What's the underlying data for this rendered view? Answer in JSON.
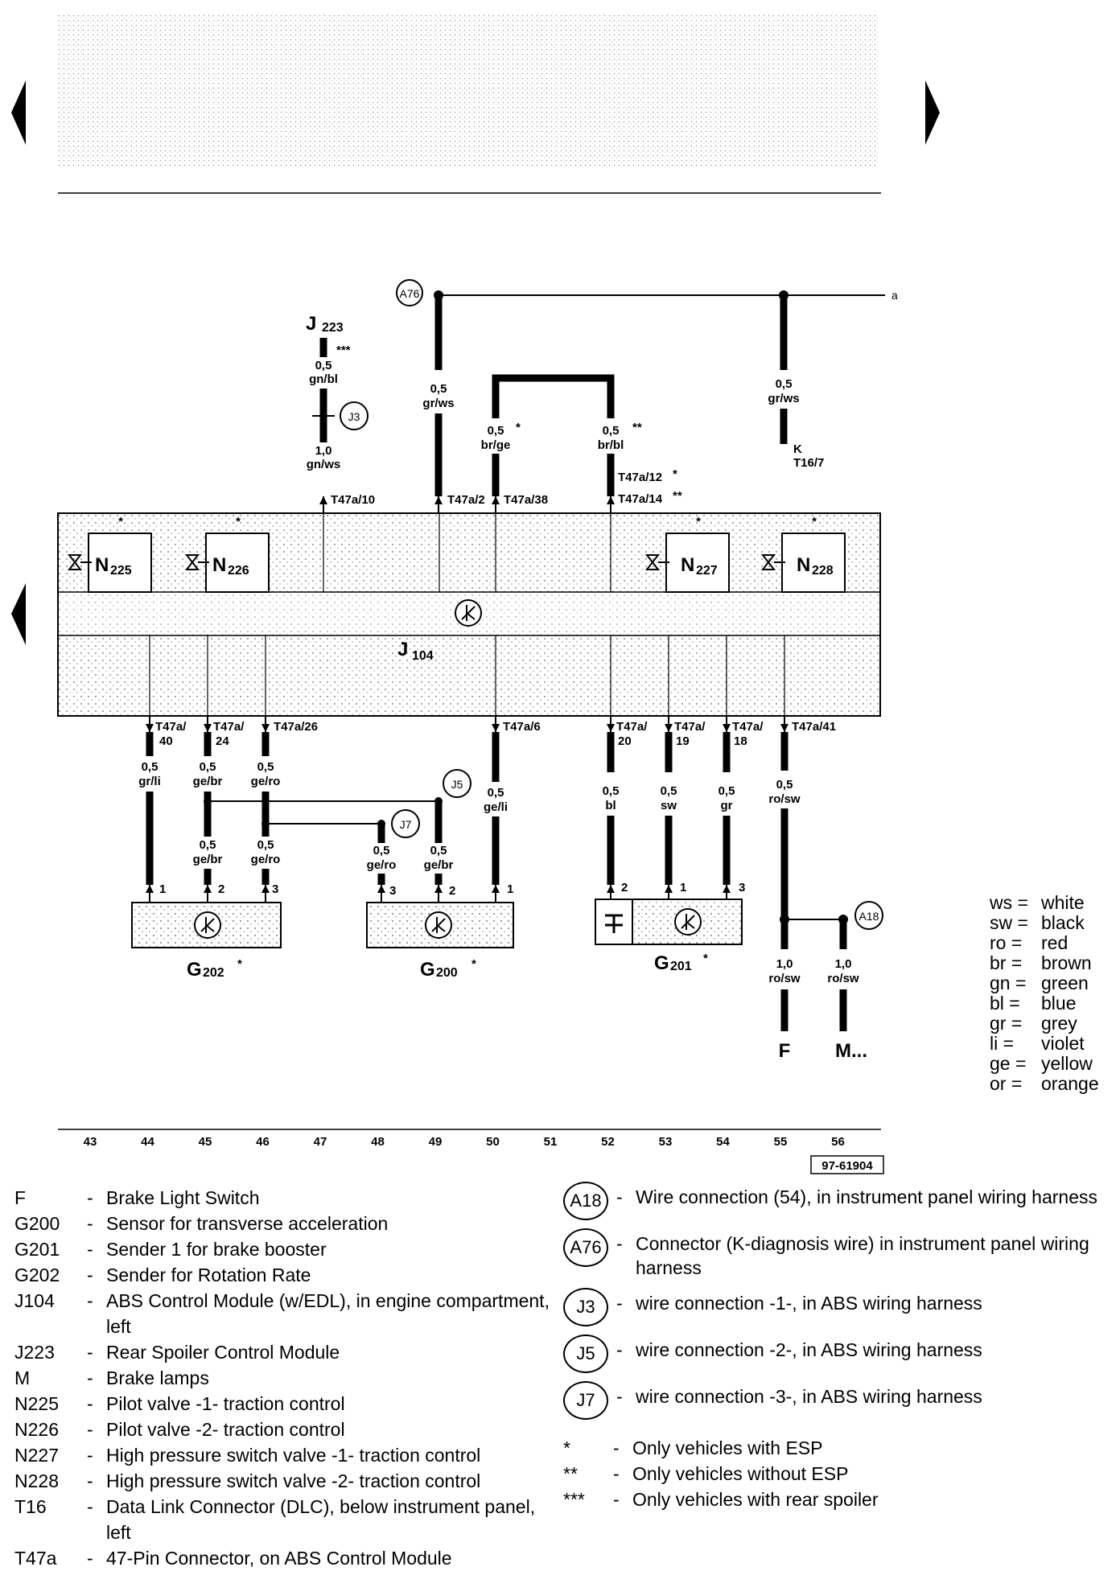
{
  "terminals": {
    "A76": "A76",
    "A18": "A18",
    "J3": "J3",
    "J5": "J5",
    "J7": "J7",
    "a": "a",
    "F": "F",
    "M": "M..."
  },
  "components": {
    "N225": "N",
    "N225_sub": "225",
    "N226": "N",
    "N226_sub": "226",
    "N227": "N",
    "N227_sub": "227",
    "N228": "N",
    "N228_sub": "228",
    "J104": "J",
    "J104_sub": "104",
    "J223": "J",
    "J223_sub": "223",
    "G202": "G",
    "G202_sub": "202",
    "G200": "G",
    "G200_sub": "200",
    "G201": "G",
    "G201_sub": "201"
  },
  "wires": {
    "j223_top_size": "0,5",
    "j223_top_color": "gn/bl",
    "j223_marker": "***",
    "j223_low_size": "1,0",
    "j223_low_color": "gn/ws",
    "a76_size": "0,5",
    "a76_color": "gr/ws",
    "brge_size": "0,5",
    "brge_color": "br/ge",
    "brbl_size": "0,5",
    "brbl_color": "br/bl",
    "k_size": "0,5",
    "k_color": "gr/ws",
    "k_label": "K",
    "k_pin": "T16/7",
    "w40_size": "0,5",
    "w40_color": "gr/li",
    "w24_size": "0,5",
    "w24_color": "ge/br",
    "w26_size": "0,5",
    "w26_color": "ge/ro",
    "w6_size": "0,5",
    "w6_color": "ge/li",
    "w20_size": "0,5",
    "w20_color": "bl",
    "w19_size": "0,5",
    "w19_color": "sw",
    "w18_size": "0,5",
    "w18_color": "gr",
    "w41_size": "0,5",
    "w41_color": "ro/sw",
    "g202_2_size": "0,5",
    "g202_2_color": "ge/br",
    "g202_3_size": "0,5",
    "g202_3_color": "ge/ro",
    "g200_3_size": "0,5",
    "g200_3_color": "ge/ro",
    "g200_2_size": "0,5",
    "g200_2_color": "ge/br",
    "f_size": "1,0",
    "f_color": "ro/sw",
    "m_size": "1,0",
    "m_color": "ro/sw"
  },
  "pins": {
    "t10": "T47a/10",
    "t2": "T47a/2",
    "t38": "T47a/38",
    "t12": "T47a/12",
    "t14": "T47a/14",
    "t40a": "T47a/",
    "t40b": "40",
    "t24a": "T47a/",
    "t24b": "24",
    "t26": "T47a/26",
    "t6": "T47a/6",
    "t20a": "T47a/",
    "t20b": "20",
    "t19a": "T47a/",
    "t19b": "19",
    "t18a": "T47a/",
    "t18b": "18",
    "t41": "T47a/41",
    "p1": "1",
    "p2": "2",
    "p3": "3"
  },
  "markers": {
    "one": "*",
    "two": "**",
    "three": "***"
  },
  "grid_numbers": [
    "43",
    "44",
    "45",
    "46",
    "47",
    "48",
    "49",
    "50",
    "51",
    "52",
    "53",
    "54",
    "55",
    "56"
  ],
  "diagram_code": "97-61904",
  "color_legend": [
    {
      "code": "ws",
      "name": "white"
    },
    {
      "code": "sw",
      "name": "black"
    },
    {
      "code": "ro",
      "name": "red"
    },
    {
      "code": "br",
      "name": "brown"
    },
    {
      "code": "gn",
      "name": "green"
    },
    {
      "code": "bl",
      "name": "blue"
    },
    {
      "code": "gr",
      "name": "grey"
    },
    {
      "code": "li",
      "name": "violet"
    },
    {
      "code": "ge",
      "name": "yellow"
    },
    {
      "code": "or",
      "name": "orange"
    }
  ],
  "key_left": [
    {
      "code": "F",
      "desc": "Brake Light Switch"
    },
    {
      "code": "G200",
      "desc": "Sensor for transverse acceleration"
    },
    {
      "code": "G201",
      "desc": "Sender 1 for brake booster"
    },
    {
      "code": "G202",
      "desc": "Sender for Rotation Rate"
    },
    {
      "code": "J104",
      "desc": "ABS Control Module (w/EDL), in engine compartment, left"
    },
    {
      "code": "J223",
      "desc": "Rear Spoiler Control Module"
    },
    {
      "code": "M",
      "desc": "Brake lamps"
    },
    {
      "code": "N225",
      "desc": "Pilot valve -1- traction control"
    },
    {
      "code": "N226",
      "desc": "Pilot valve -2- traction control"
    },
    {
      "code": "N227",
      "desc": "High pressure switch valve -1- traction control"
    },
    {
      "code": "N228",
      "desc": "High pressure switch valve -2- traction control"
    },
    {
      "code": "T16",
      "desc": "Data Link Connector (DLC), below instrument panel, left"
    },
    {
      "code": "T47a",
      "desc": "47-Pin Connector, on ABS Control Module"
    }
  ],
  "key_right": [
    {
      "code": "A18",
      "desc": "Wire connection (54), in instrument panel wiring harness"
    },
    {
      "code": "A76",
      "desc": "Connector (K-diagnosis wire) in instrument panel wiring harness"
    },
    {
      "code": "J3",
      "desc": "wire connection -1-, in ABS wiring harness"
    },
    {
      "code": "J5",
      "desc": "wire connection -2-, in ABS wiring harness"
    },
    {
      "code": "J7",
      "desc": "wire connection -3-, in ABS wiring harness"
    }
  ],
  "key_markers": [
    {
      "mark": "*",
      "desc": "Only vehicles with ESP"
    },
    {
      "mark": "**",
      "desc": "Only vehicles without ESP"
    },
    {
      "mark": "***",
      "desc": "Only vehicles with rear spoiler"
    }
  ]
}
